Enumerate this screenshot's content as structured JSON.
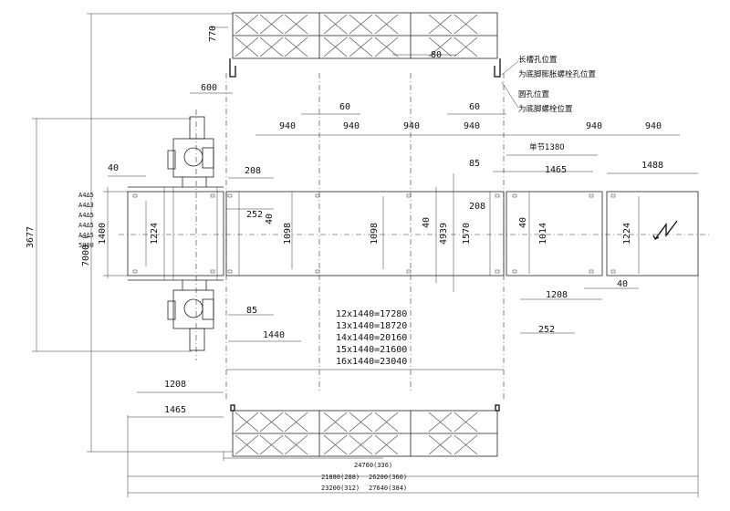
{
  "dimensions": {
    "top_770": "770",
    "top_80": "80",
    "top_600": "600",
    "top_60_left": "60",
    "top_60_right": "60",
    "row940": [
      "940",
      "940",
      "940",
      "940",
      "940",
      "940"
    ],
    "unit_section": "单节1380",
    "d40_left": "40",
    "d208_left": "208",
    "d85_top": "85",
    "d1465_top": "1465",
    "d1488": "1488",
    "d252_top": "252",
    "d40_mid1": "40",
    "d1098_a": "1098",
    "d1098_b": "1098",
    "d40_mid2": "40",
    "d4939": "4939",
    "d1570": "1570",
    "d208_right": "208",
    "d40_right": "40",
    "d1014": "1014",
    "d1224_left": "1224",
    "d1224_right": "1224",
    "d1400": "1400",
    "d7000": "7000（",
    "d3677": "3677",
    "d1208_right": "1208",
    "d40_bottom_right": "40",
    "d252_bottom": "252",
    "d85_bottom": "85",
    "d1440": "1440",
    "d1208_bottom": "1208",
    "d1465_bottom": "1465"
  },
  "vertical_notes": [
    "A4∆5",
    "A4∆3",
    "A4∆5",
    "A4∆5",
    "A4∆5",
    "5000"
  ],
  "annotations": {
    "slot_hole": "长槽孔位置",
    "slot_bolt": "为底脚膨胀螺栓孔位置",
    "round_hole": "圆孔位置",
    "round_bolt": "为底脚螺栓位置"
  },
  "length_table": [
    "12x1440=17280",
    "13x1440=18720",
    "14x1440=20160",
    "15x1440=21600",
    "16x1440=23040"
  ],
  "totals": {
    "t1": "24760(336)",
    "t2": "21880(288)",
    "t3": "26200(360)",
    "t4": "23200(312)",
    "t5": "27640(384)"
  }
}
